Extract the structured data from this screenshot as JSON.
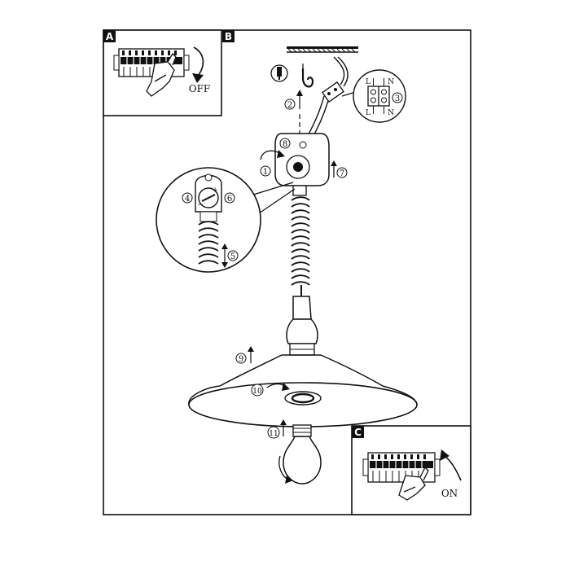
{
  "panels": {
    "a": {
      "letter": "A",
      "switch_text": "OFF"
    },
    "b": {
      "letter": "B"
    },
    "c": {
      "letter": "C",
      "switch_text": "ON"
    }
  },
  "terminal_block": {
    "top_left": "L",
    "top_right": "N",
    "bottom_left": "L",
    "bottom_right": "N"
  },
  "steps": {
    "s1": "1",
    "s2": "2",
    "s3": "3",
    "s4": "4",
    "s5": "5",
    "s6": "6",
    "s7": "7",
    "s8": "8",
    "s9": "9",
    "s10": "10",
    "s11": "11"
  },
  "icons": [
    "breaker-icon",
    "hand-icon",
    "rotate-arrow-icon",
    "ceiling-icon",
    "hook-icon",
    "screw-icon",
    "cable-icon",
    "connector-icon",
    "magnifier-icon",
    "spring-cord-icon",
    "lamp-socket-icon",
    "lamp-shade-icon",
    "light-bulb-icon"
  ],
  "colors": {
    "line": "#111111",
    "paper": "#ffffff",
    "label_fill": "#111111"
  }
}
